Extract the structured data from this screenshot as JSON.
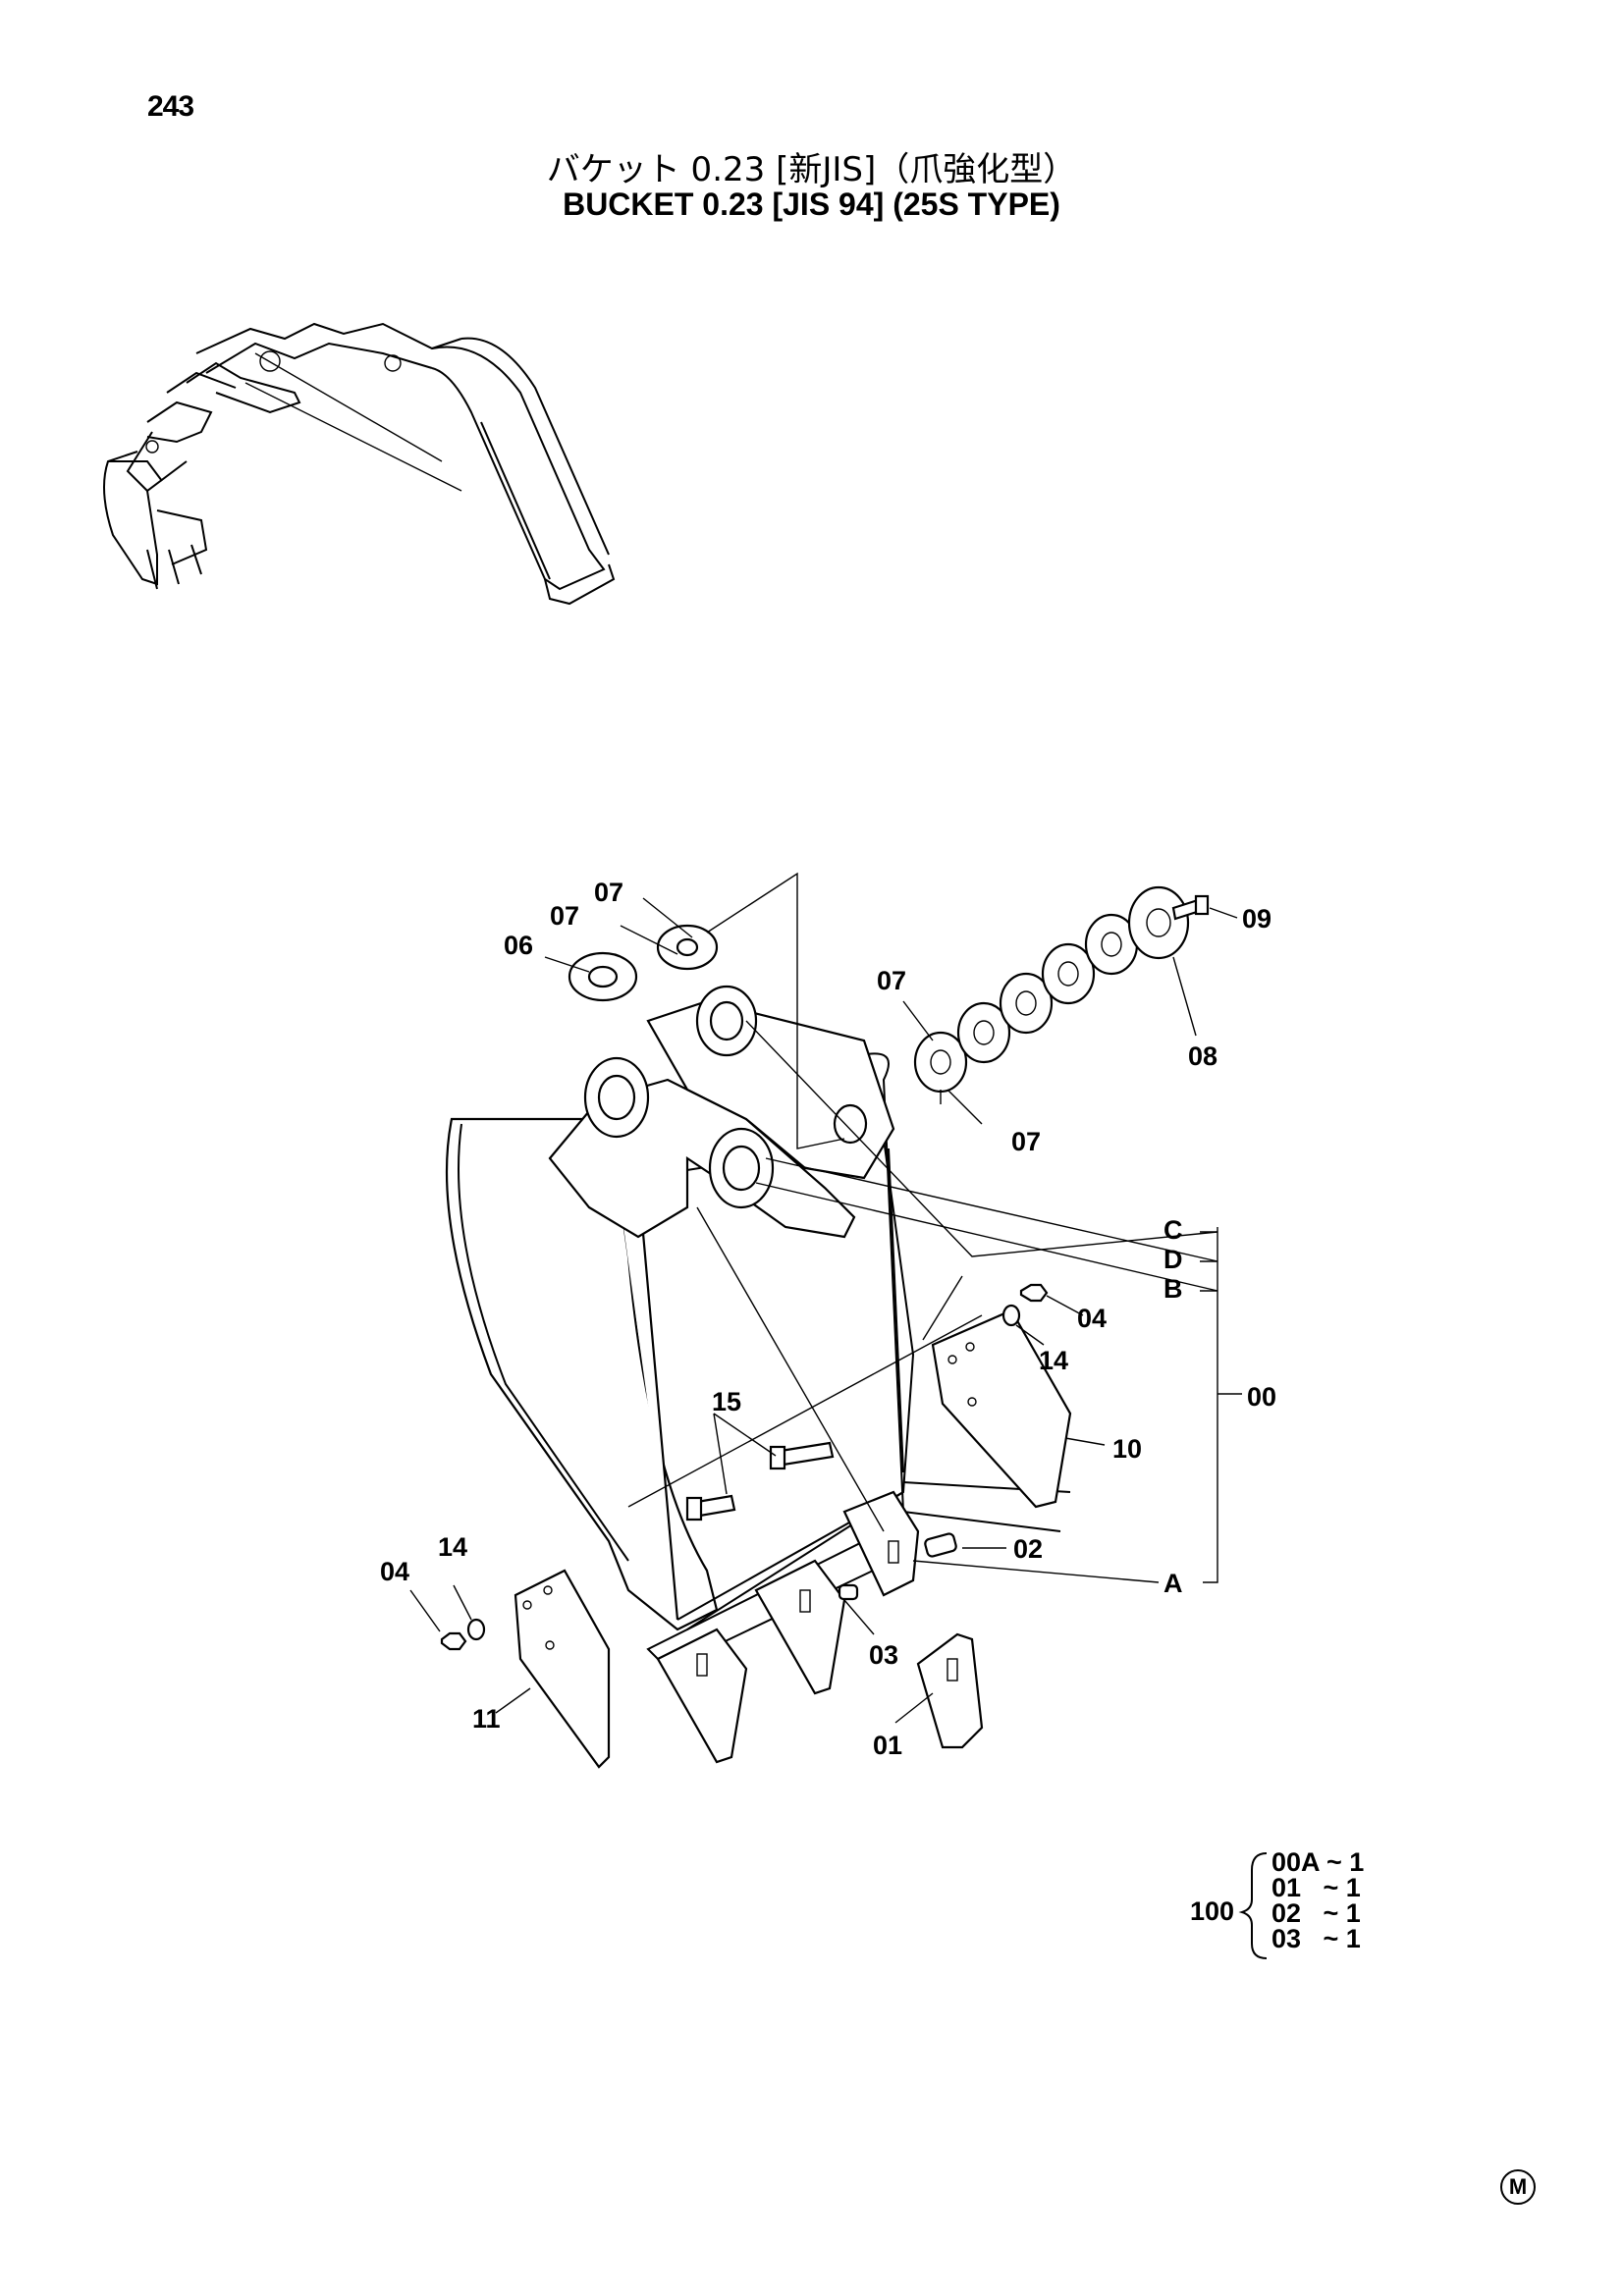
{
  "page": {
    "number": "243",
    "title_jp": "バケット 0.23 [新JIS]（爪強化型）",
    "title_en": "BUCKET 0.23 [JIS 94] (25S TYPE)"
  },
  "callouts": {
    "c07a": "07",
    "c07b": "07",
    "c06": "06",
    "c07c": "07",
    "c07d": "07",
    "c09": "09",
    "c08": "08",
    "cC": "C",
    "cD": "D",
    "cB": "B",
    "c04a": "04",
    "c14a": "14",
    "c00": "00",
    "c15": "15",
    "c10": "10",
    "c02": "02",
    "cA": "A",
    "c14b": "14",
    "c04b": "04",
    "c03": "03",
    "c11": "11",
    "c01": "01"
  },
  "kit": {
    "number": "100",
    "rows": [
      "00A ~ 1",
      "01   ~ 1",
      "02   ~ 1",
      "03   ~ 1"
    ]
  },
  "mark": "M"
}
